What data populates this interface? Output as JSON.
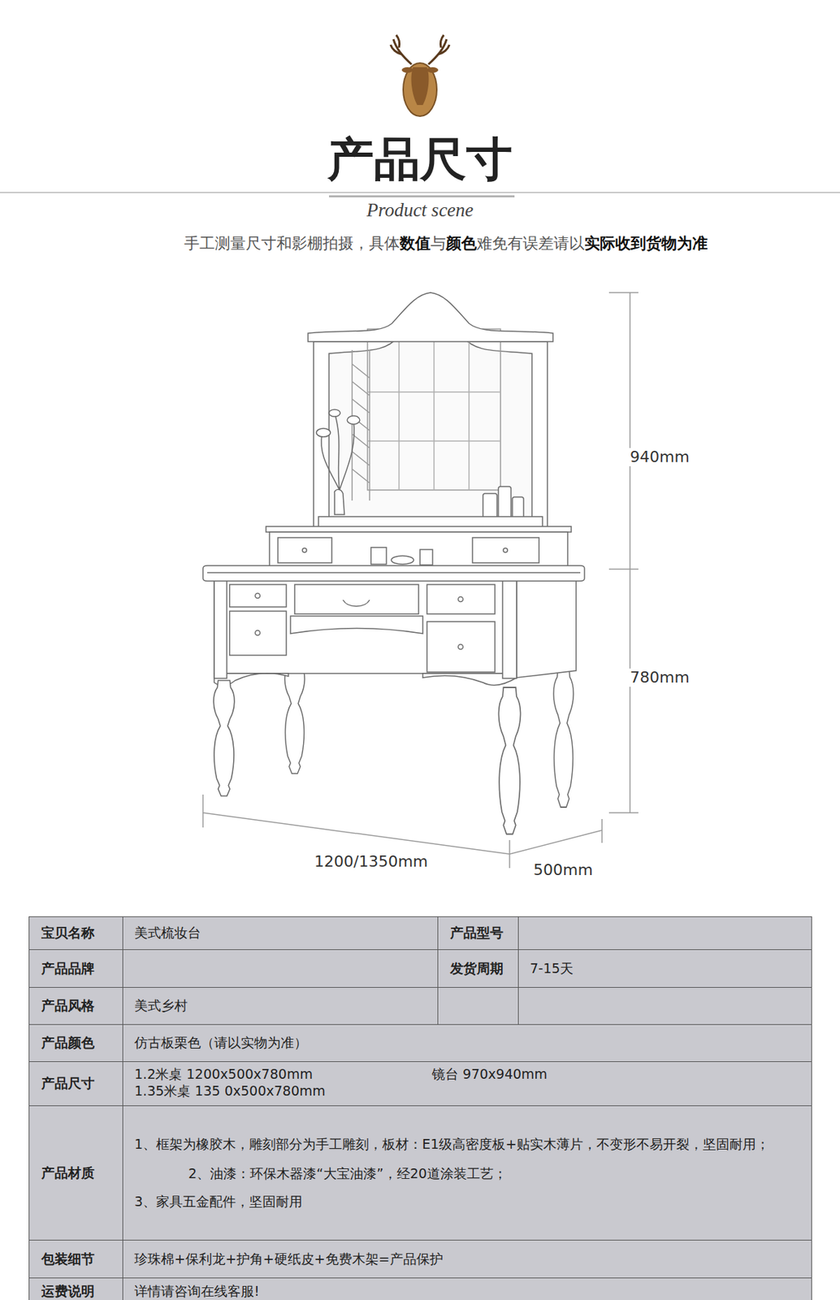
{
  "diagram": {
    "title": "产品尺寸",
    "labels": [
      "Product scene",
      "手工测量尺寸和影棚拍摄，具体",
      "数值",
      "与",
      "颜色",
      "难免有误差请以",
      "实际收到货物为准",
      "940mm",
      "780mm",
      "1200/1350mm",
      "500mm",
      "宝贝名称",
      "美式梳妆台",
      "产品型号",
      "产品品牌",
      "发货周期",
      "7-15天",
      "产品风格",
      "美式乡村",
      "产品颜色",
      "仿古板栗色（请以实物为准）",
      "产品尺寸",
      "1.2米桌 1200x500x780mm",
      "镜台 970x940mm",
      "1.35米桌 135 0x500x780mm",
      "产品材质",
      "1、框架为橡胶木，雕刻部分为手工雕刻，板材：E1级高密度板+贴实木薄片，不变形不易开裂，坚固耐用；",
      "2、油漆：环保木器漆“大宝油漆”，经20道涂装工艺；",
      "3、家具五金配件，坚固耐用",
      "包装细节",
      "珍珠棉+保利龙+护角+硬纸皮+免费木架=产品保护",
      "运费说明",
      "详情请咨询在线客服!"
    ]
  }
}
